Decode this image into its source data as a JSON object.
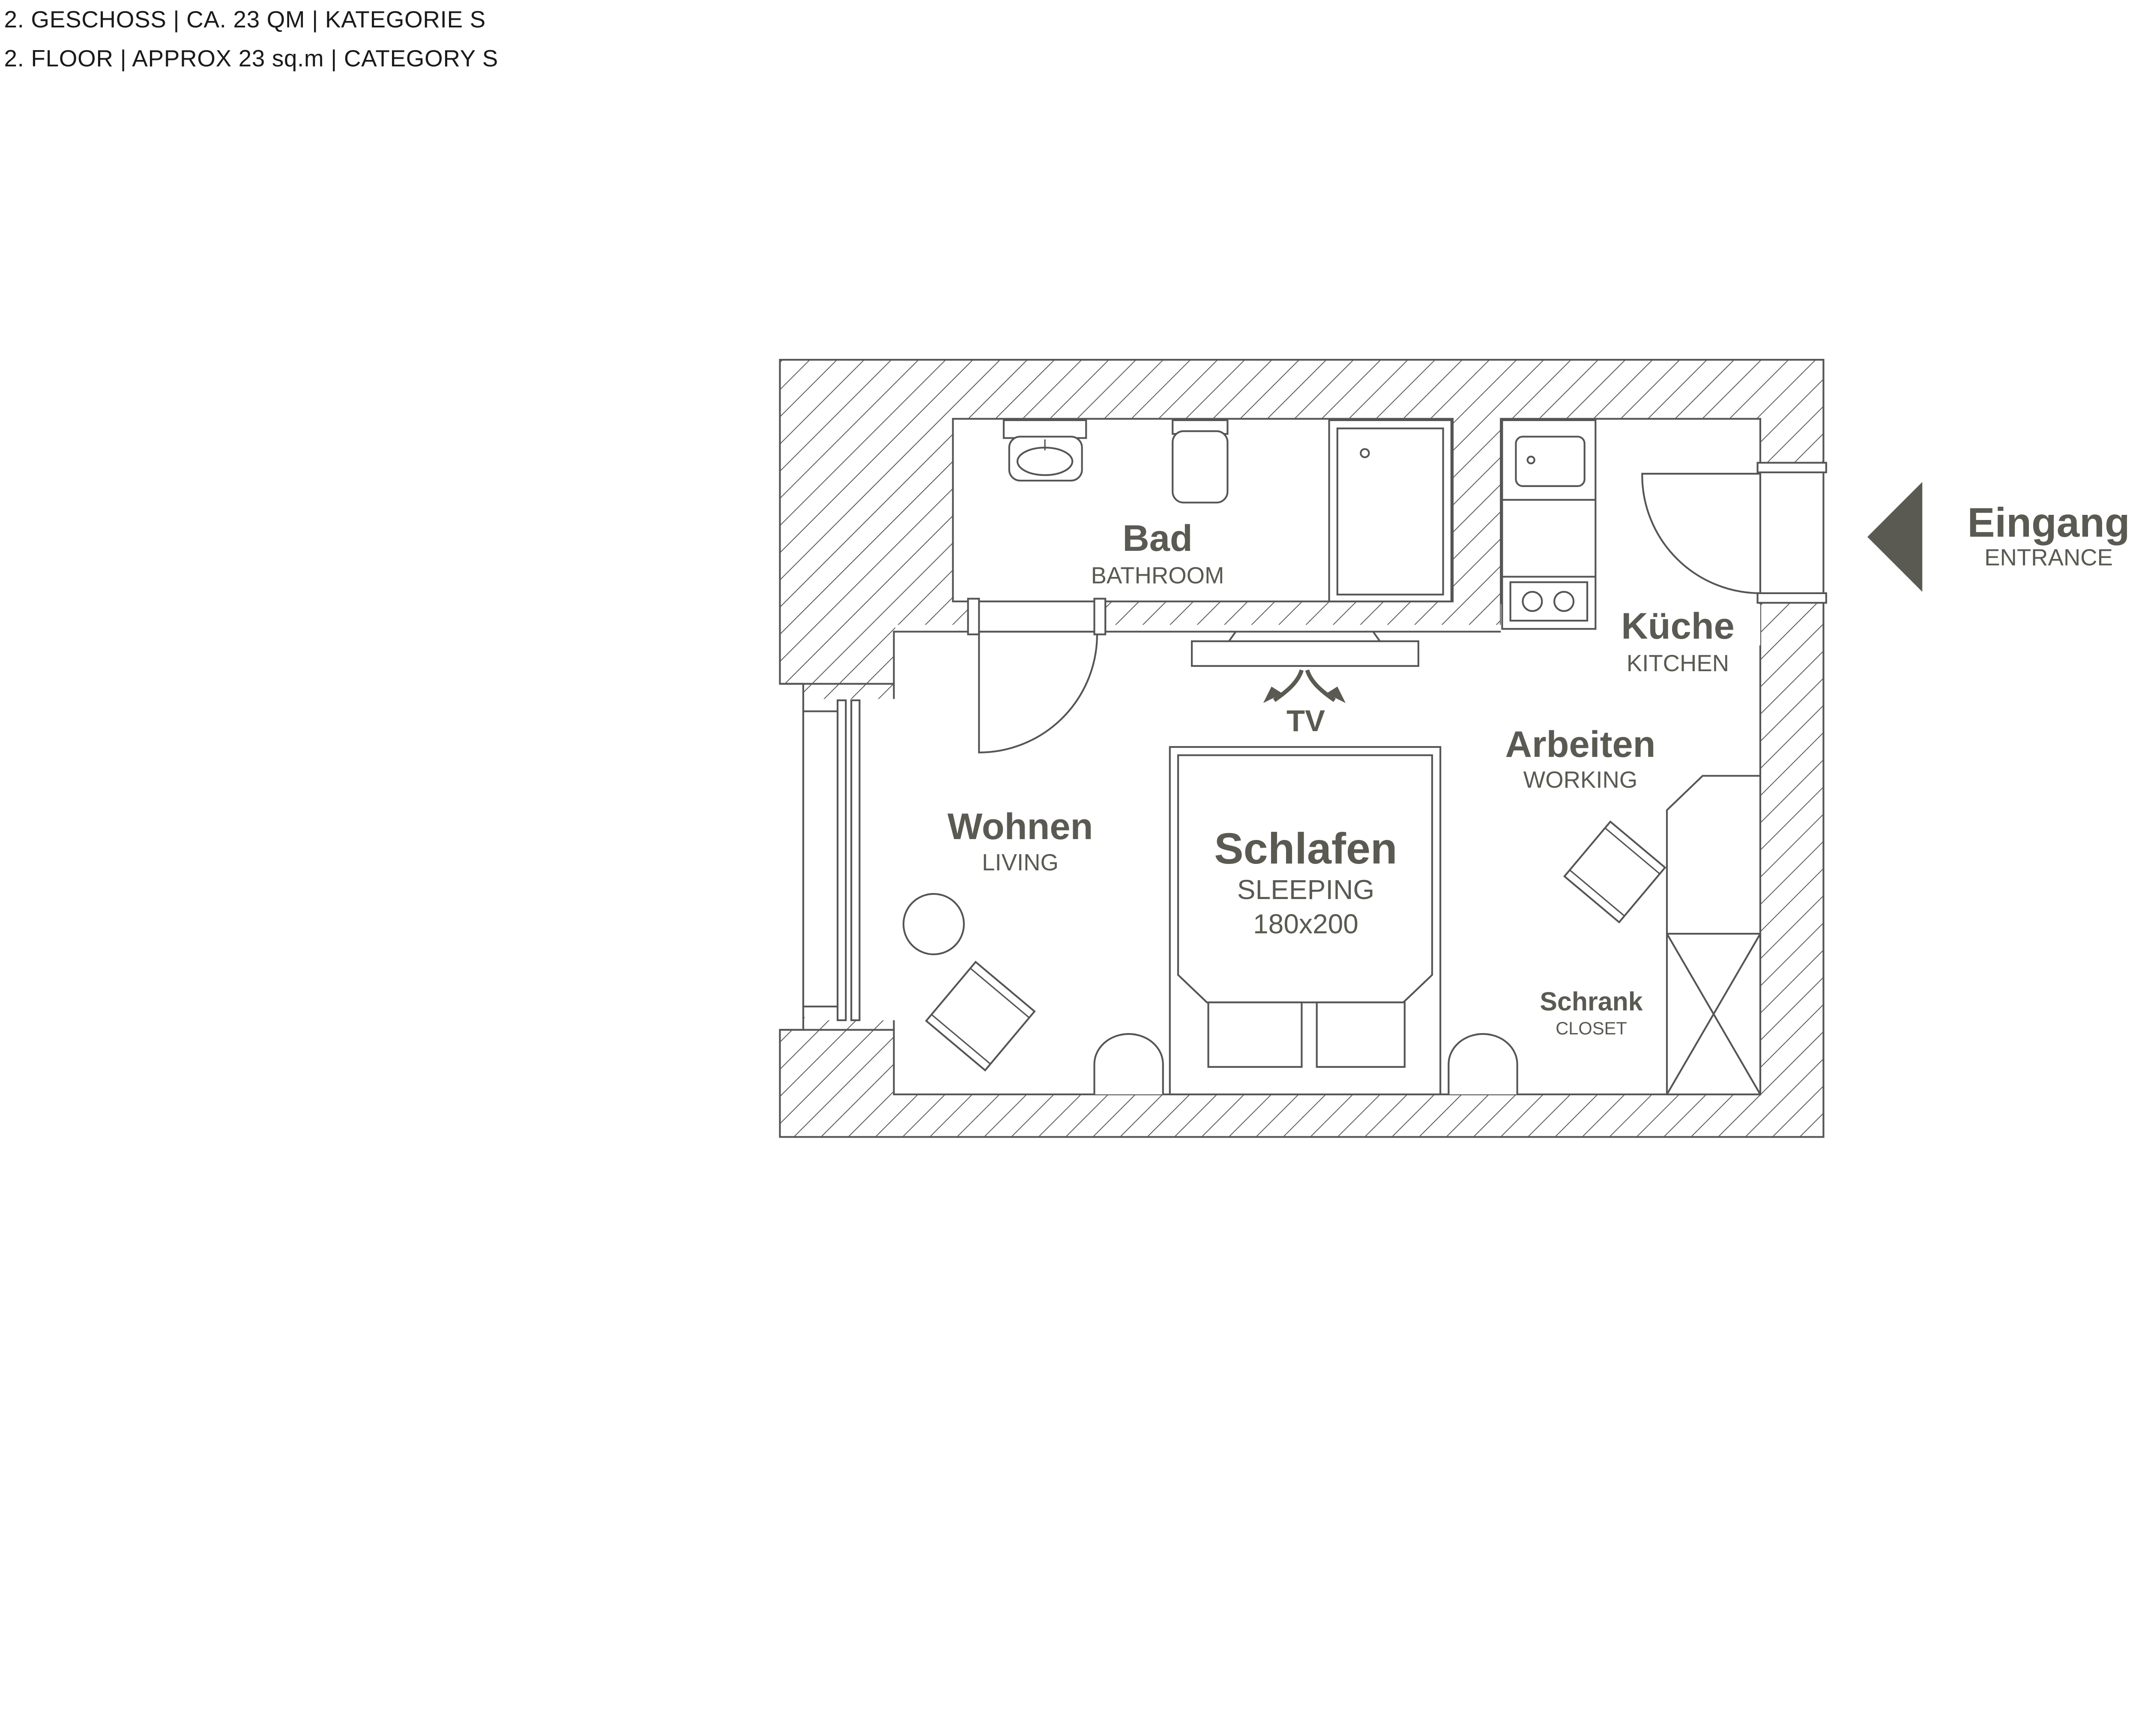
{
  "header": {
    "line_de": "2. GESCHOSS | CA. 23 QM | KATEGORIE S",
    "line_en": "2. FLOOR | APPROX 23 sq.m | CATEGORY S"
  },
  "rooms": {
    "bad": {
      "title": "Bad",
      "subtitle": "BATHROOM"
    },
    "kueche": {
      "title": "Küche",
      "subtitle": "KITCHEN"
    },
    "arbeiten": {
      "title": "Arbeiten",
      "subtitle": "WORKING"
    },
    "wohnen": {
      "title": "Wohnen",
      "subtitle": "LIVING"
    },
    "schlafen": {
      "title": "Schlafen",
      "subtitle": "SLEEPING",
      "bed_size": "180x200"
    },
    "schrank": {
      "title": "Schrank",
      "subtitle": "CLOSET"
    },
    "tv": {
      "title": "TV"
    }
  },
  "entrance": {
    "title": "Eingang",
    "subtitle": "ENTRANCE",
    "arrow_icon": "arrow-left-icon"
  },
  "colors": {
    "label": "#5a5a52",
    "line": "#555555",
    "header": "#1a1a1a"
  }
}
